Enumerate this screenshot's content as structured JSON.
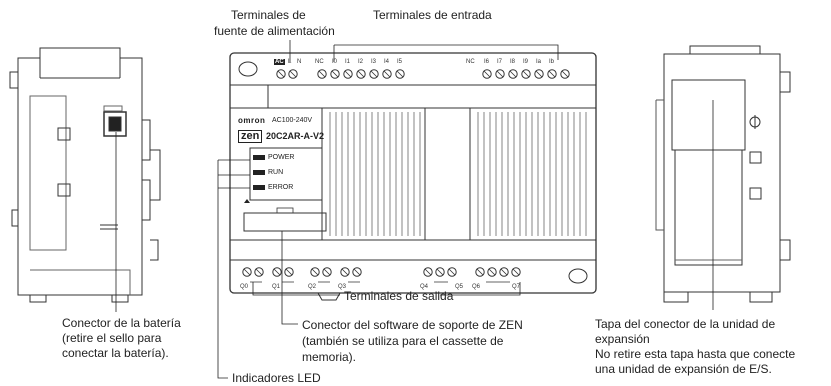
{
  "labels": {
    "power_terminals_line1": "Terminales de",
    "power_terminals_line2": "fuente de alimentación",
    "input_terminals": "Terminales de entrada",
    "output_terminals": "Terminales de salida",
    "battery_l1": "Conector de la batería",
    "battery_l2": "(retire el sello para",
    "battery_l3": "conectar la batería).",
    "zen_l1": "Conector del software de soporte de ZEN",
    "zen_l2": "(también se utiliza para el cassette de",
    "zen_l3": "memoria).",
    "led": "Indicadores LED",
    "exp_l1": "Tapa del conector de la unidad de",
    "exp_l2": "expansión",
    "exp_l3": "No retire esta tapa hasta que conecte",
    "exp_l4": "una unidad de expansión de E/S."
  },
  "device": {
    "brand": "omron",
    "voltage": "AC100-240V",
    "logo": "zen",
    "model": "20C2AR-A-V2",
    "leds": [
      "POWER",
      "RUN",
      "ERROR"
    ],
    "power_terminals": [
      "AC",
      "L",
      "N"
    ],
    "input_terminals_left": [
      "NC",
      "I0",
      "I1",
      "I2",
      "I3",
      "I4",
      "I5"
    ],
    "input_terminals_right": [
      "NC",
      "I6",
      "I7",
      "I8",
      "I9",
      "Ia",
      "Ib"
    ],
    "output_labels": [
      "Q0",
      "Q1",
      "Q2",
      "Q3",
      "Q4",
      "Q5",
      "Q6",
      "Q7"
    ]
  },
  "icons": [
    "screw-terminal-icon",
    "mounting-hole-icon",
    "led-indicator-icon"
  ]
}
